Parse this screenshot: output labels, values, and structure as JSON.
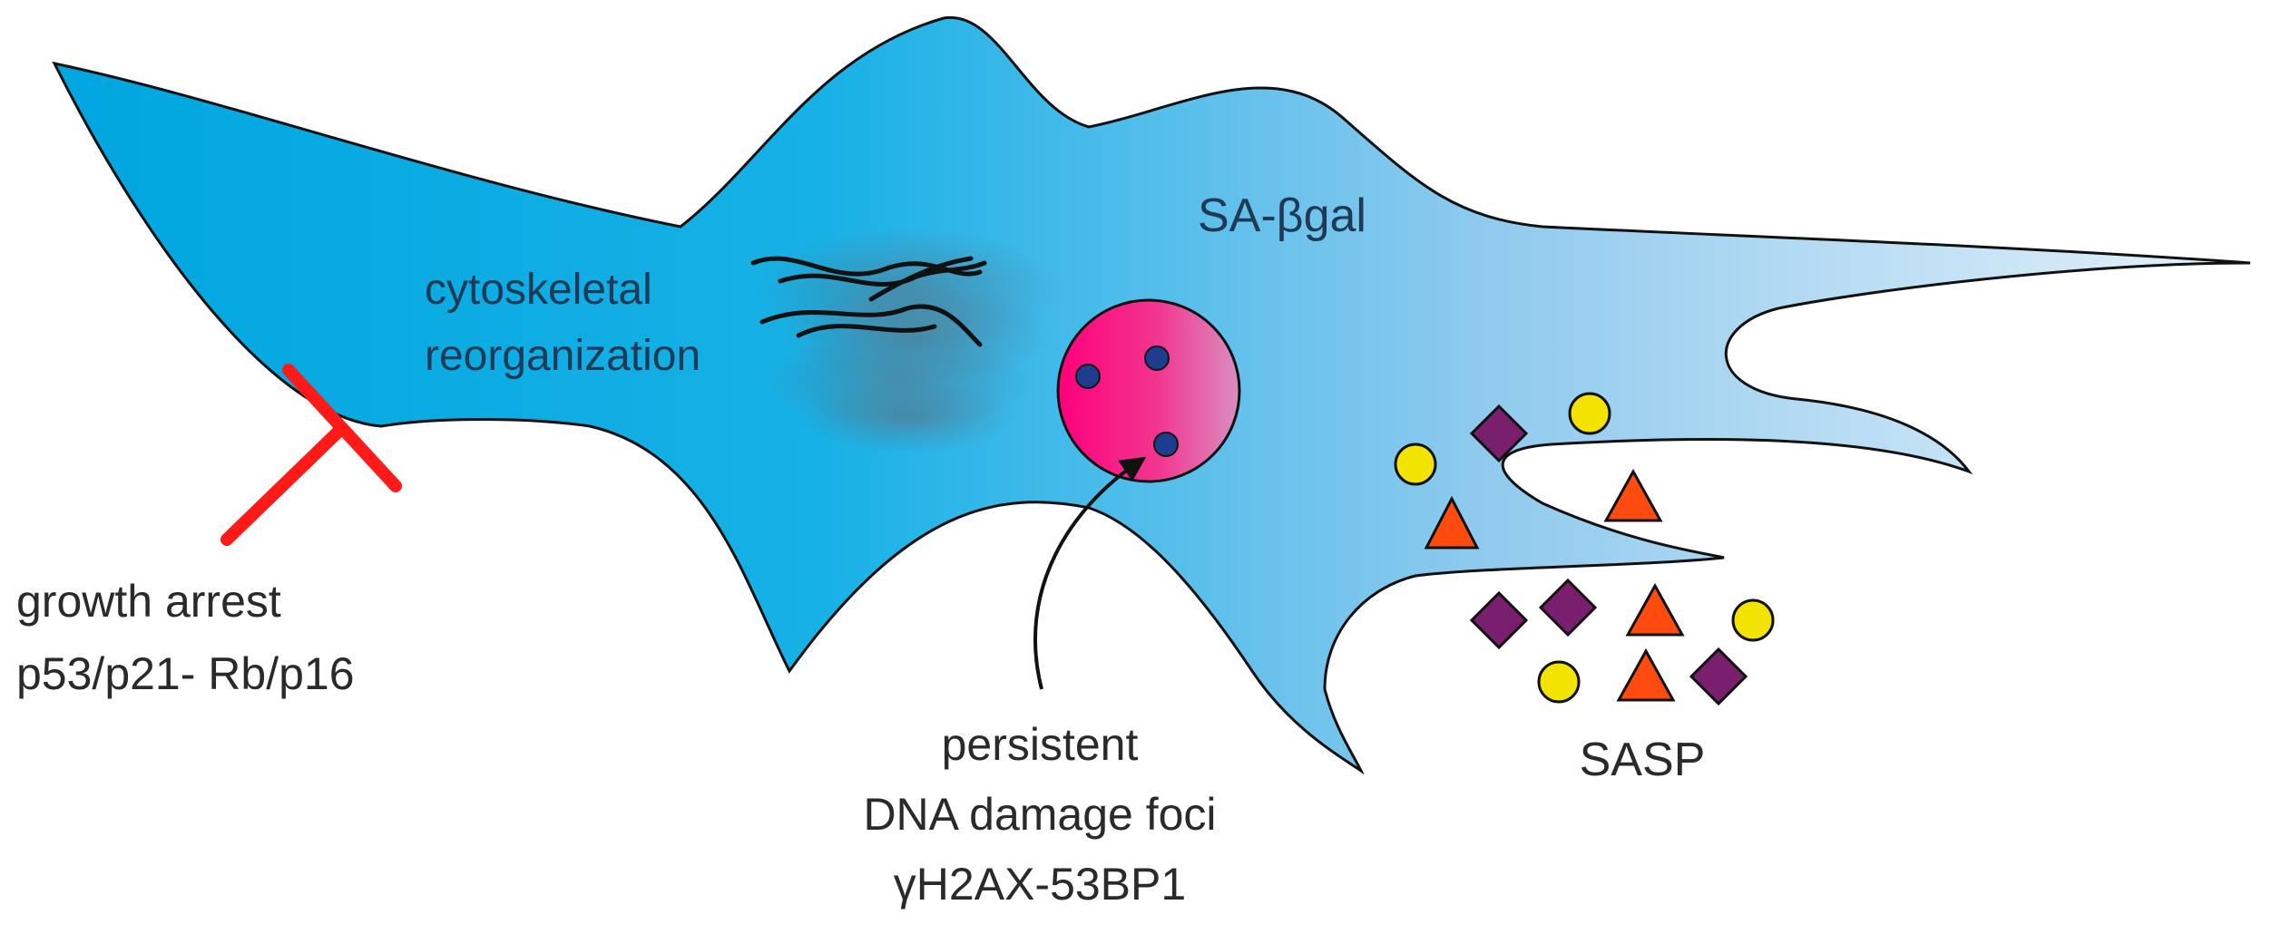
{
  "labels": {
    "cytoskeletal_line1": "cytoskeletal",
    "cytoskeletal_line2": "reorganization",
    "sa_beta_gal": "SA-βgal",
    "growth_line1": "growth arrest",
    "growth_line2": "p53/p21- Rb/p16",
    "dna_line1": "persistent",
    "dna_line2": "DNA damage foci",
    "dna_line3": "γH2AX-53BP1",
    "sasp": "SASP"
  },
  "colors": {
    "cell_left": "#00a6e0",
    "cell_right": "#e6f1f9",
    "nucleus_left": "#ff007a",
    "nucleus_right": "#d98fc0",
    "foci": "#1f3d8f",
    "inhibition_symbol": "#ff1a1a",
    "circle_factor": "#f2e400",
    "diamond_factor": "#7a1f6e",
    "triangle_factor": "#ff4a10"
  }
}
